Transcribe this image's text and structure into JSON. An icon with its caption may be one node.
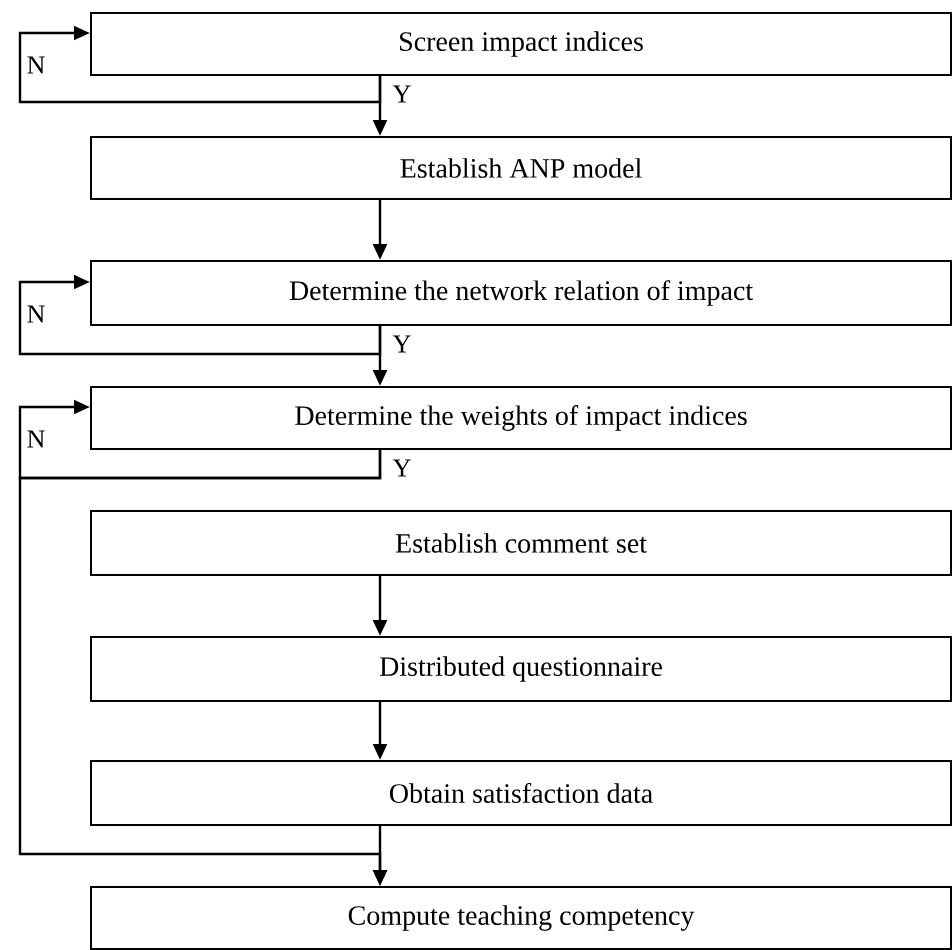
{
  "diagram": {
    "nodes": [
      {
        "text": [
          "Screen impact indices"
        ]
      },
      {
        "text": [
          "Establish ANP model"
        ]
      },
      {
        "text": [
          "Determine the network relation of impact"
        ]
      },
      {
        "text": [
          "Determine the weights of impact indices"
        ]
      },
      {
        "text": [
          "Establish comment set"
        ]
      },
      {
        "text": [
          "Distributed questionnaire"
        ]
      },
      {
        "text": [
          "Obtain satisfaction data"
        ]
      },
      {
        "text": [
          "Compute teaching competency"
        ]
      }
    ],
    "edges": [
      {
        "from": 0,
        "to": 0,
        "arrow": "to",
        "label": "N"
      },
      {
        "from": 0,
        "to": 1,
        "arrow": "to",
        "label": "Y"
      },
      {
        "from": 1,
        "to": 2,
        "arrow": "to"
      },
      {
        "from": 2,
        "to": 2,
        "arrow": "to",
        "label": "N"
      },
      {
        "from": 2,
        "to": 3,
        "arrow": "to",
        "label": "Y"
      },
      {
        "from": 3,
        "to": 3,
        "arrow": "to",
        "label": "N"
      },
      {
        "from": 3,
        "to": 7,
        "arrow": "to",
        "label": "Y"
      },
      {
        "from": 4,
        "to": 5,
        "arrow": "to"
      },
      {
        "from": 5,
        "to": 6,
        "arrow": "to"
      },
      {
        "from": 6,
        "to": 7,
        "arrow": "to"
      }
    ]
  }
}
